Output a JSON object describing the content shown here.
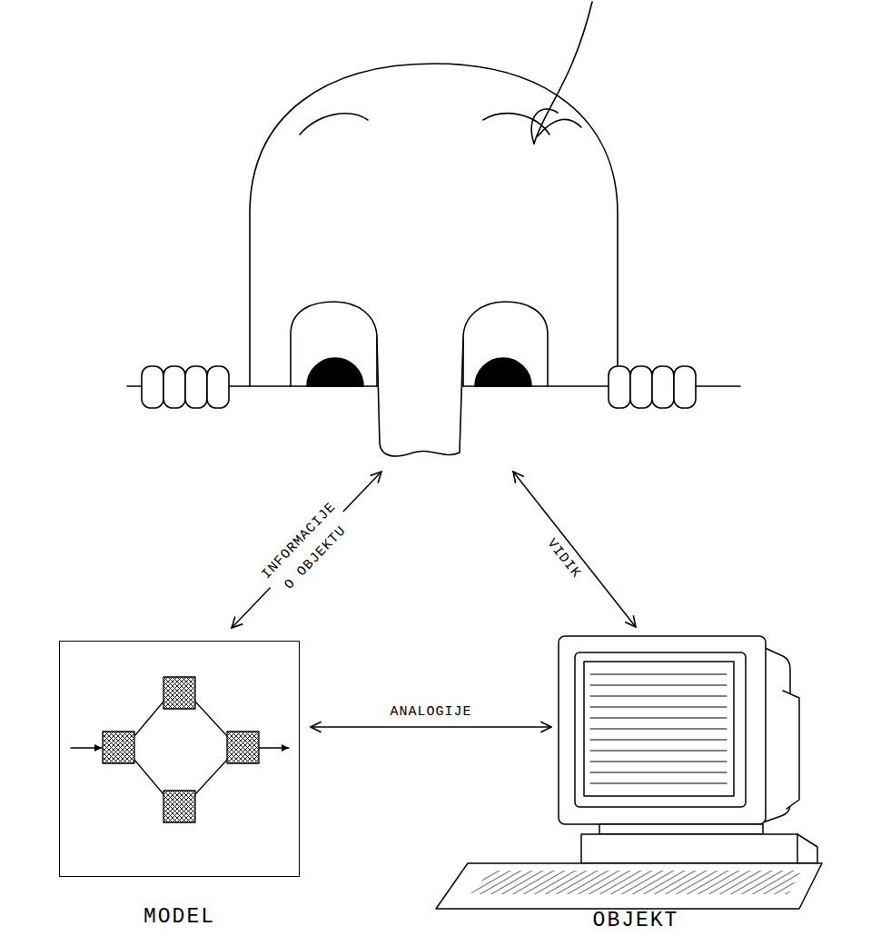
{
  "diagram": {
    "nodes": [
      {
        "text": []
      },
      {
        "text": [
          "MODEL"
        ]
      },
      {
        "text": [
          "OBJEKT"
        ]
      }
    ],
    "edges": [
      {
        "from": 0,
        "to": 1,
        "arrow": "both",
        "label": "INFORMACIJE O OBJEKTU"
      },
      {
        "from": 0,
        "to": 2,
        "arrow": "both",
        "label": "VIDIK"
      },
      {
        "from": 1,
        "to": 2,
        "arrow": "both",
        "label": "ANALOGIJE"
      }
    ]
  }
}
